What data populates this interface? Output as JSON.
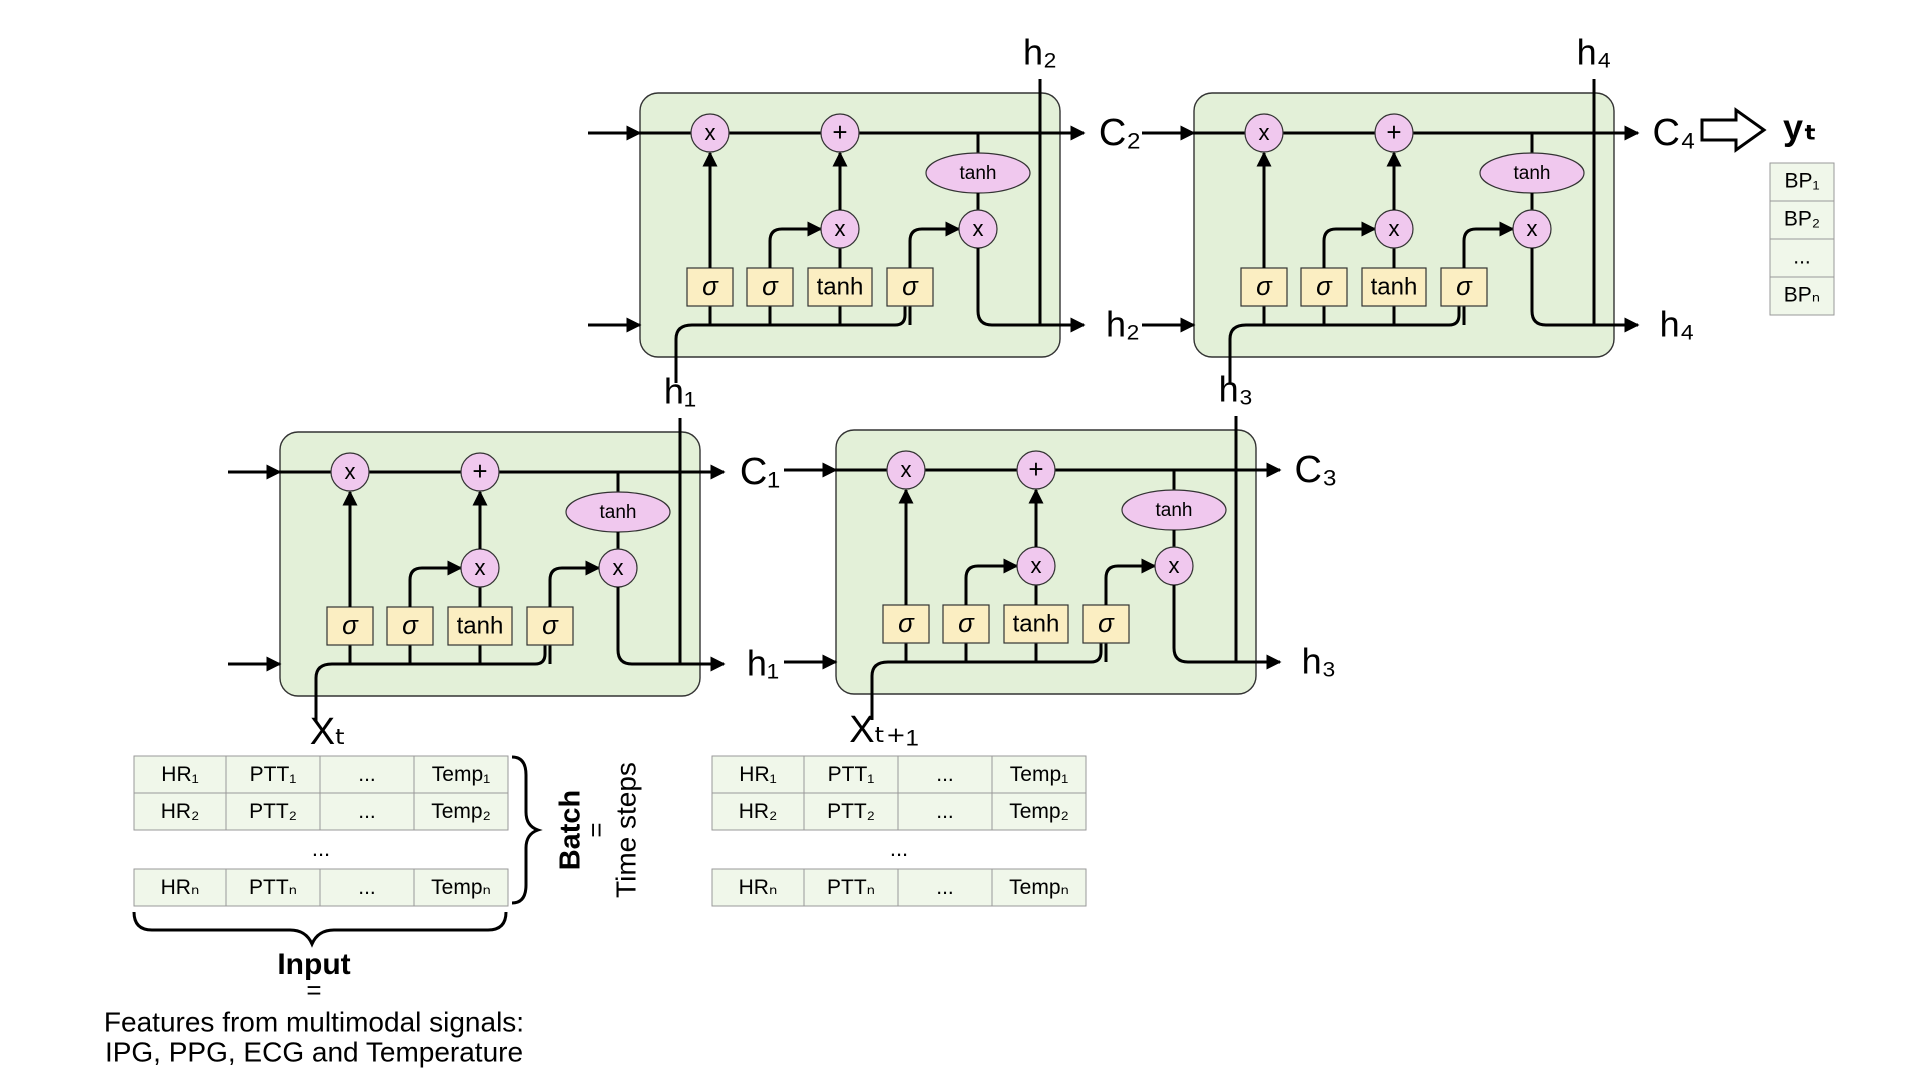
{
  "cells": [
    {
      "id": "cell-1",
      "c_out": "C₁",
      "h_out": "h₁",
      "h_up": "h₁",
      "x_in": "Xₜ",
      "gates": [
        "σ",
        "σ",
        "tanh",
        "σ"
      ],
      "ops": {
        "mul": "x",
        "add": "+",
        "tanh": "tanh"
      }
    },
    {
      "id": "cell-2",
      "c_out": "C₂",
      "h_out": "h₂",
      "h_up": "h₂",
      "x_in": "",
      "gates": [
        "σ",
        "σ",
        "tanh",
        "σ"
      ],
      "ops": {
        "mul": "x",
        "add": "+",
        "tanh": "tanh"
      }
    },
    {
      "id": "cell-3",
      "c_out": "C₃",
      "h_out": "h₃",
      "h_up": "h₃",
      "x_in": "Xₜ₊₁",
      "gates": [
        "σ",
        "σ",
        "tanh",
        "σ"
      ],
      "ops": {
        "mul": "x",
        "add": "+",
        "tanh": "tanh"
      }
    },
    {
      "id": "cell-4",
      "c_out": "C₄",
      "h_out": "h₄",
      "h_up": "h₄",
      "x_in": "",
      "gates": [
        "σ",
        "σ",
        "tanh",
        "σ"
      ],
      "ops": {
        "mul": "x",
        "add": "+",
        "tanh": "tanh"
      }
    }
  ],
  "output": {
    "label": "yₜ",
    "rows": [
      "BP₁",
      "BP₂",
      "...",
      "BPₙ"
    ]
  },
  "input_tables": [
    {
      "rows": [
        [
          "HR₁",
          "PTT₁",
          "...",
          "Temp₁"
        ],
        [
          "HR₂",
          "PTT₂",
          "...",
          "Temp₂"
        ]
      ],
      "gap": "...",
      "last_row": [
        "HRₙ",
        "PTTₙ",
        "...",
        "Tempₙ"
      ]
    },
    {
      "rows": [
        [
          "HR₁",
          "PTT₁",
          "...",
          "Temp₁"
        ],
        [
          "HR₂",
          "PTT₂",
          "...",
          "Temp₂"
        ]
      ],
      "gap": "...",
      "last_row": [
        "HRₙ",
        "PTTₙ",
        "...",
        "Tempₙ"
      ]
    }
  ],
  "batch": {
    "title": "Batch",
    "eq": "=",
    "sub": "Time steps"
  },
  "input_note": {
    "title": "Input",
    "eq": "=",
    "line1": "Features from multimodal signals:",
    "line2": "IPG, PPG, ECG and Temperature"
  },
  "colors": {
    "cell_fill": "#e3f0d8",
    "gate_fill": "#fbeec2",
    "op_fill": "#f0c8ee"
  },
  "icons": {
    "output_arrow": "hollow-right-arrow-icon"
  }
}
